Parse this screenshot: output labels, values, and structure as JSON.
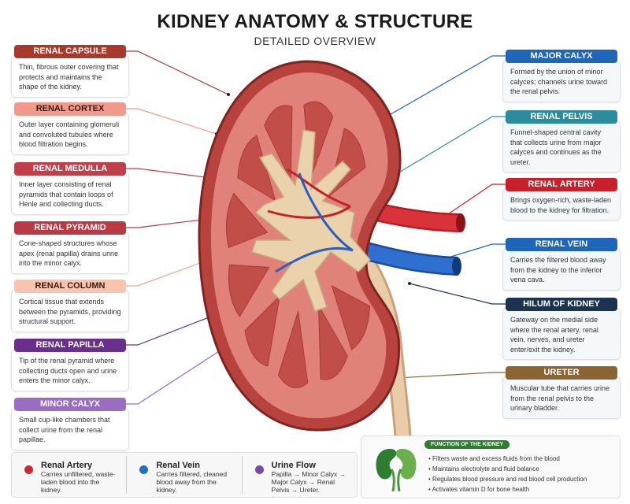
{
  "header": {
    "title": "KIDNEY ANATOMY & STRUCTURE",
    "subtitle": "DETAILED OVERVIEW"
  },
  "left_labels": [
    {
      "title": "RENAL CAPSULE",
      "desc": "Thin, fibrous outer covering that protects and maintains the shape of the kidney.",
      "color": "#a83a2c"
    },
    {
      "title": "RENAL CORTEX",
      "desc": "Outer layer containing glomeruli and convoluted tubules where blood filtration begins.",
      "color": "#f1998a"
    },
    {
      "title": "RENAL MEDULLA",
      "desc": "Inner layer consisting of renal pyramids that contain loops of Henle and collecting ducts.",
      "color": "#c0404a"
    },
    {
      "title": "RENAL PYRAMID",
      "desc": "Cone-shaped structures whose apex (renal papilla) drains urine into the minor calyx.",
      "color": "#b83a45"
    },
    {
      "title": "RENAL COLUMN",
      "desc": "Cortical tissue that extends between the pyramids, providing structural support.",
      "color": "#f8c4ae"
    },
    {
      "title": "RENAL PAPILLA",
      "desc": "Tip of the renal pyramid where collecting ducts open and urine enters the minor calyx.",
      "color": "#6a2f8a"
    },
    {
      "title": "MINOR CALYX",
      "desc": "Small cup-like chambers that collect urine from the renal papillae.",
      "color": "#9a6cc2"
    }
  ],
  "right_labels": [
    {
      "title": "MAJOR CALYX",
      "desc": "Formed by the union of minor calyces; channels urine toward the renal pelvis.",
      "color": "#1f66b8"
    },
    {
      "title": "RENAL PELVIS",
      "desc": "Funnel-shaped central cavity that collects urine from major calyces and continues as the ureter.",
      "color": "#2a8c9c"
    },
    {
      "title": "RENAL ARTERY",
      "desc": "Brings oxygen-rich, waste-laden blood to the kidney for filtration.",
      "color": "#c8202a"
    },
    {
      "title": "RENAL VEIN",
      "desc": "Carries the filtered blood away from the kidney to the inferior vena cava.",
      "color": "#1f66b8"
    },
    {
      "title": "HILUM OF KIDNEY",
      "desc": "Gateway on the medial side where the renal artery, renal vein, nerves, and ureter enter/exit the kidney.",
      "color": "#1c3350"
    },
    {
      "title": "URETER",
      "desc": "Muscular tube that carries urine from the renal pelvis to the urinary bladder.",
      "color": "#8a6434"
    }
  ],
  "legend": [
    {
      "title": "Renal Artery",
      "desc": "Carries unfiltered, waste-laden blood into the kidney.",
      "color": "#d32630"
    },
    {
      "title": "Renal Vein",
      "desc": "Carries filtered, cleaned blood away from the kidney.",
      "color": "#1f6fc4"
    },
    {
      "title": "Urine Flow",
      "desc": "Papilla → Minor Calyx → Major Calyx → Renal Pelvis → Ureter.",
      "color": "#7b4aa8"
    }
  ],
  "function": {
    "title": "FUNCTION OF THE KIDNEY",
    "icon": "kidneys-icon",
    "items": [
      "Filters waste and excess fluids from the blood",
      "Maintains electrolyte and fluid balance",
      "Regulates blood pressure and red blood cell production",
      "Activates vitamin D for bone health"
    ]
  }
}
